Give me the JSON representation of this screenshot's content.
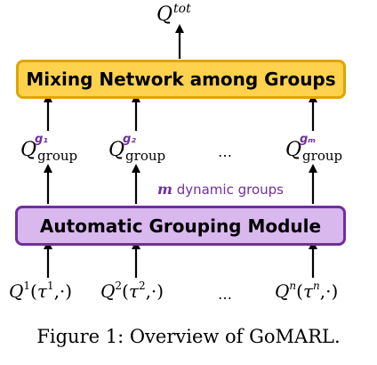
{
  "output": {
    "base": "Q",
    "superscript": "tot"
  },
  "mixing_module": {
    "label": "Mixing Network among Groups",
    "fill": "#ffd24d",
    "border": "#e0a400"
  },
  "group_values": [
    {
      "base": "Q",
      "subscript": "group",
      "superscript": "g₁"
    },
    {
      "base": "Q",
      "subscript": "group",
      "superscript": "g₂"
    },
    {
      "base": "Q",
      "subscript": "group",
      "superscript": "gₘ"
    }
  ],
  "ellipsis": "…",
  "dynamic_groups": {
    "m": "m",
    "text": " dynamic groups",
    "color": "#7030a0"
  },
  "grouping_module": {
    "label": "Automatic Grouping Module",
    "fill": "#d9b8ee",
    "border": "#6f2f9f"
  },
  "agent_values": [
    {
      "base": "Q",
      "sup": "1",
      "arg": "τ",
      "argsup": "1",
      "rest": ",·)"
    },
    {
      "base": "Q",
      "sup": "2",
      "arg": "τ",
      "argsup": "2",
      "rest": ",·)"
    },
    {
      "base": "Q",
      "sup": "n",
      "arg": "τ",
      "argsup": "n",
      "rest": ",·)"
    }
  ],
  "caption": "Figure 1: Overview of GoMARL."
}
